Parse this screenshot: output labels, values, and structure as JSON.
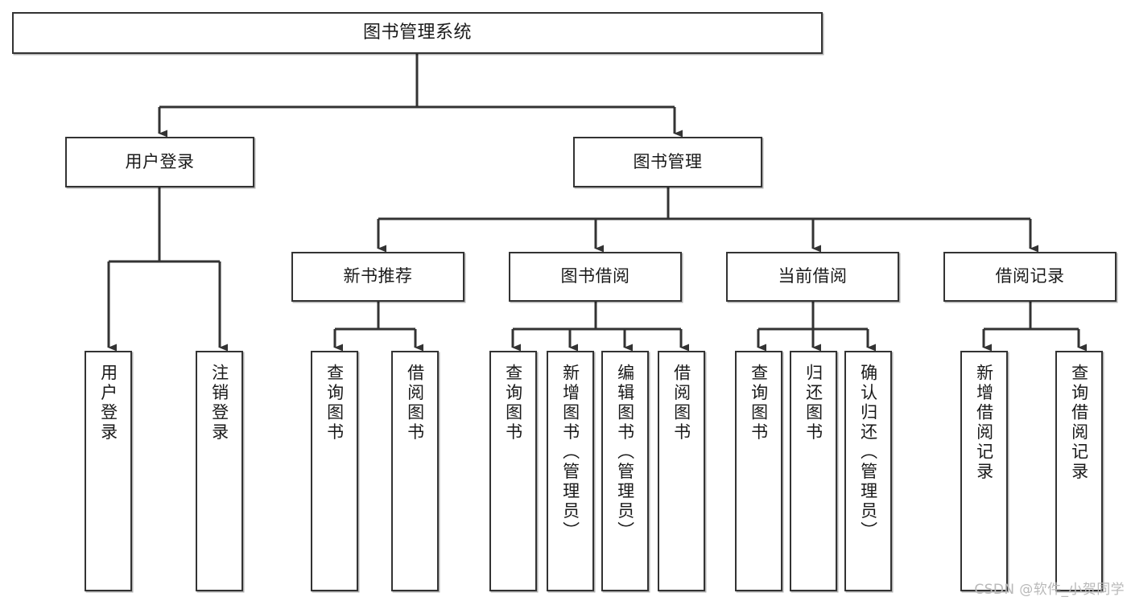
{
  "diagram": {
    "title": "图书管理系统",
    "type": "tree",
    "watermark": "CSDN @软件_小贺同学",
    "colors": {
      "box_border": "#333333",
      "box_fill": "#ffffff",
      "edge": "#333333",
      "text": "#1a1a1a",
      "watermark": "#b9b9b9",
      "background": "#ffffff"
    },
    "nodes": {
      "root": {
        "label": "图书管理系统"
      },
      "level2": [
        {
          "label": "用户登录"
        },
        {
          "label": "图书管理"
        }
      ],
      "level3": [
        {
          "label": "新书推荐"
        },
        {
          "label": "图书借阅"
        },
        {
          "label": "当前借阅"
        },
        {
          "label": "借阅记录"
        }
      ],
      "leaves": {
        "user_login": [
          {
            "label": "用户登录"
          },
          {
            "label": "注销登录"
          }
        ],
        "new_book": [
          {
            "label": "查询图书"
          },
          {
            "label": "借阅图书"
          }
        ],
        "book_borrow": [
          {
            "label": "查询图书"
          },
          {
            "label": "新增图书（管理员）"
          },
          {
            "label": "编辑图书（管理员）"
          },
          {
            "label": "借阅图书"
          }
        ],
        "current_borrow": [
          {
            "label": "查询图书"
          },
          {
            "label": "归还图书"
          },
          {
            "label": "确认归还（管理员）"
          }
        ],
        "borrow_record": [
          {
            "label": "新增借阅记录"
          },
          {
            "label": "查询借阅记录"
          }
        ]
      }
    }
  }
}
